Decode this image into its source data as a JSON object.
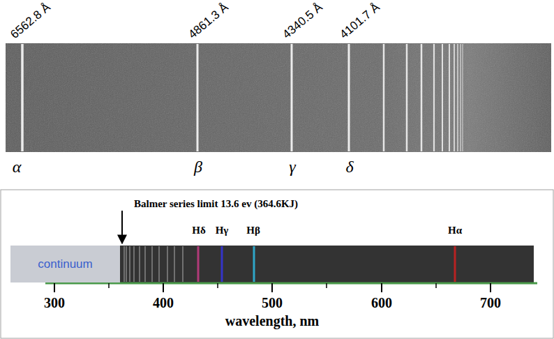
{
  "diagram": {
    "nodes": [
      {
        "text": [
          "continuum"
        ]
      }
    ],
    "labels": [
      "6562.8 Å",
      "4861.3 Å",
      "4340.5 Å",
      "4101.7 Å",
      "α",
      "β",
      "γ",
      "δ",
      "Balmer series limit 13.6 ev (364.6KJ)",
      "Hδ",
      "Hγ",
      "Hβ",
      "Hα",
      "300",
      "400",
      "500",
      "600",
      "700",
      "wavelength, nm"
    ]
  }
}
